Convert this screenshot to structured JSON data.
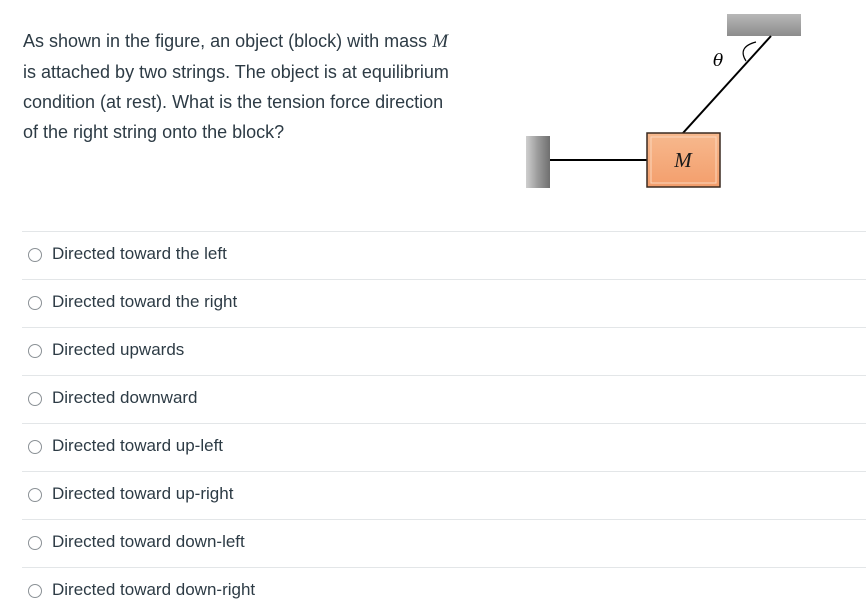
{
  "question": {
    "text_before_var": "As shown in the figure, an object (block) with mass ",
    "variable": "M",
    "text_after_var": " is attached by two strings. The object is at equilibrium condition (at rest). What is the tension force direction of the right string onto the block?"
  },
  "figure": {
    "block_label": "M",
    "angle_label": "θ",
    "colors": {
      "block_fill": "#f5a878",
      "block_border": "#3a2a20",
      "wall": "#9a9a9a",
      "string": "#000000"
    }
  },
  "answers": [
    {
      "label": "Directed toward the left"
    },
    {
      "label": "Directed toward the right"
    },
    {
      "label": "Directed upwards"
    },
    {
      "label": "Directed downward"
    },
    {
      "label": "Directed toward up-left"
    },
    {
      "label": "Directed toward up-right"
    },
    {
      "label": "Directed toward down-left"
    },
    {
      "label": "Directed toward down-right"
    }
  ]
}
